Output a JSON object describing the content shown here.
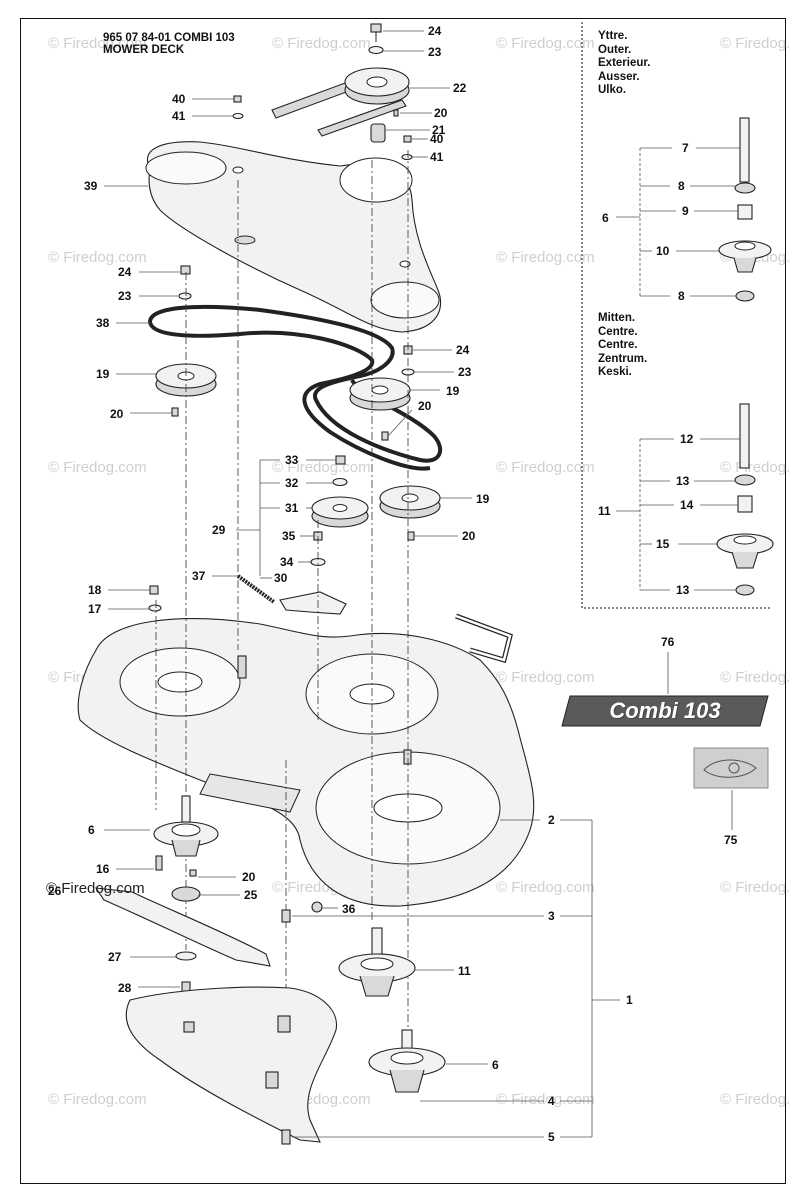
{
  "header": {
    "part_number_line": "965 07 84-01 COMBI 103",
    "title": "MOWER DECK"
  },
  "outer_labels": [
    "Yttre.",
    "Outer.",
    "Exterieur.",
    "Ausser.",
    "Ulko."
  ],
  "centre_labels": [
    "Mitten.",
    "Centre.",
    "Centre.",
    "Zentrum.",
    "Keski."
  ],
  "badge_text": "Combi 103",
  "watermark": "© Firedog.com",
  "footer_watermark": "© Firedog.com",
  "callouts": {
    "c24a": "24",
    "c23a": "23",
    "c22": "22",
    "c40a": "40",
    "c41a": "41",
    "c20a": "20",
    "c21": "21",
    "c40b": "40",
    "c41b": "41",
    "c39": "39",
    "c24b": "24",
    "c23b": "23",
    "c38": "38",
    "c24c": "24",
    "c23c": "23",
    "c19a": "19",
    "c19b": "19",
    "c20b": "20",
    "c20c": "20",
    "c33": "33",
    "c32": "32",
    "c31": "31",
    "c29": "29",
    "c35": "35",
    "c34": "34",
    "c37": "37",
    "c30": "30",
    "c19c": "19",
    "c20d": "20",
    "c18": "18",
    "c17": "17",
    "c7": "7",
    "c8a": "8",
    "c9": "9",
    "c6a": "6",
    "c10": "10",
    "c8b": "8",
    "c12": "12",
    "c13a": "13",
    "c14": "14",
    "c11a": "11",
    "c15": "15",
    "c13b": "13",
    "c76": "76",
    "c75": "75",
    "c2": "2",
    "c6b": "6",
    "c16": "16",
    "c20e": "20",
    "c26": "26",
    "c25": "25",
    "c36": "36",
    "c3": "3",
    "c27": "27",
    "c28": "28",
    "c11b": "11",
    "c1": "1",
    "c6c": "6",
    "c4": "4",
    "c5": "5"
  }
}
